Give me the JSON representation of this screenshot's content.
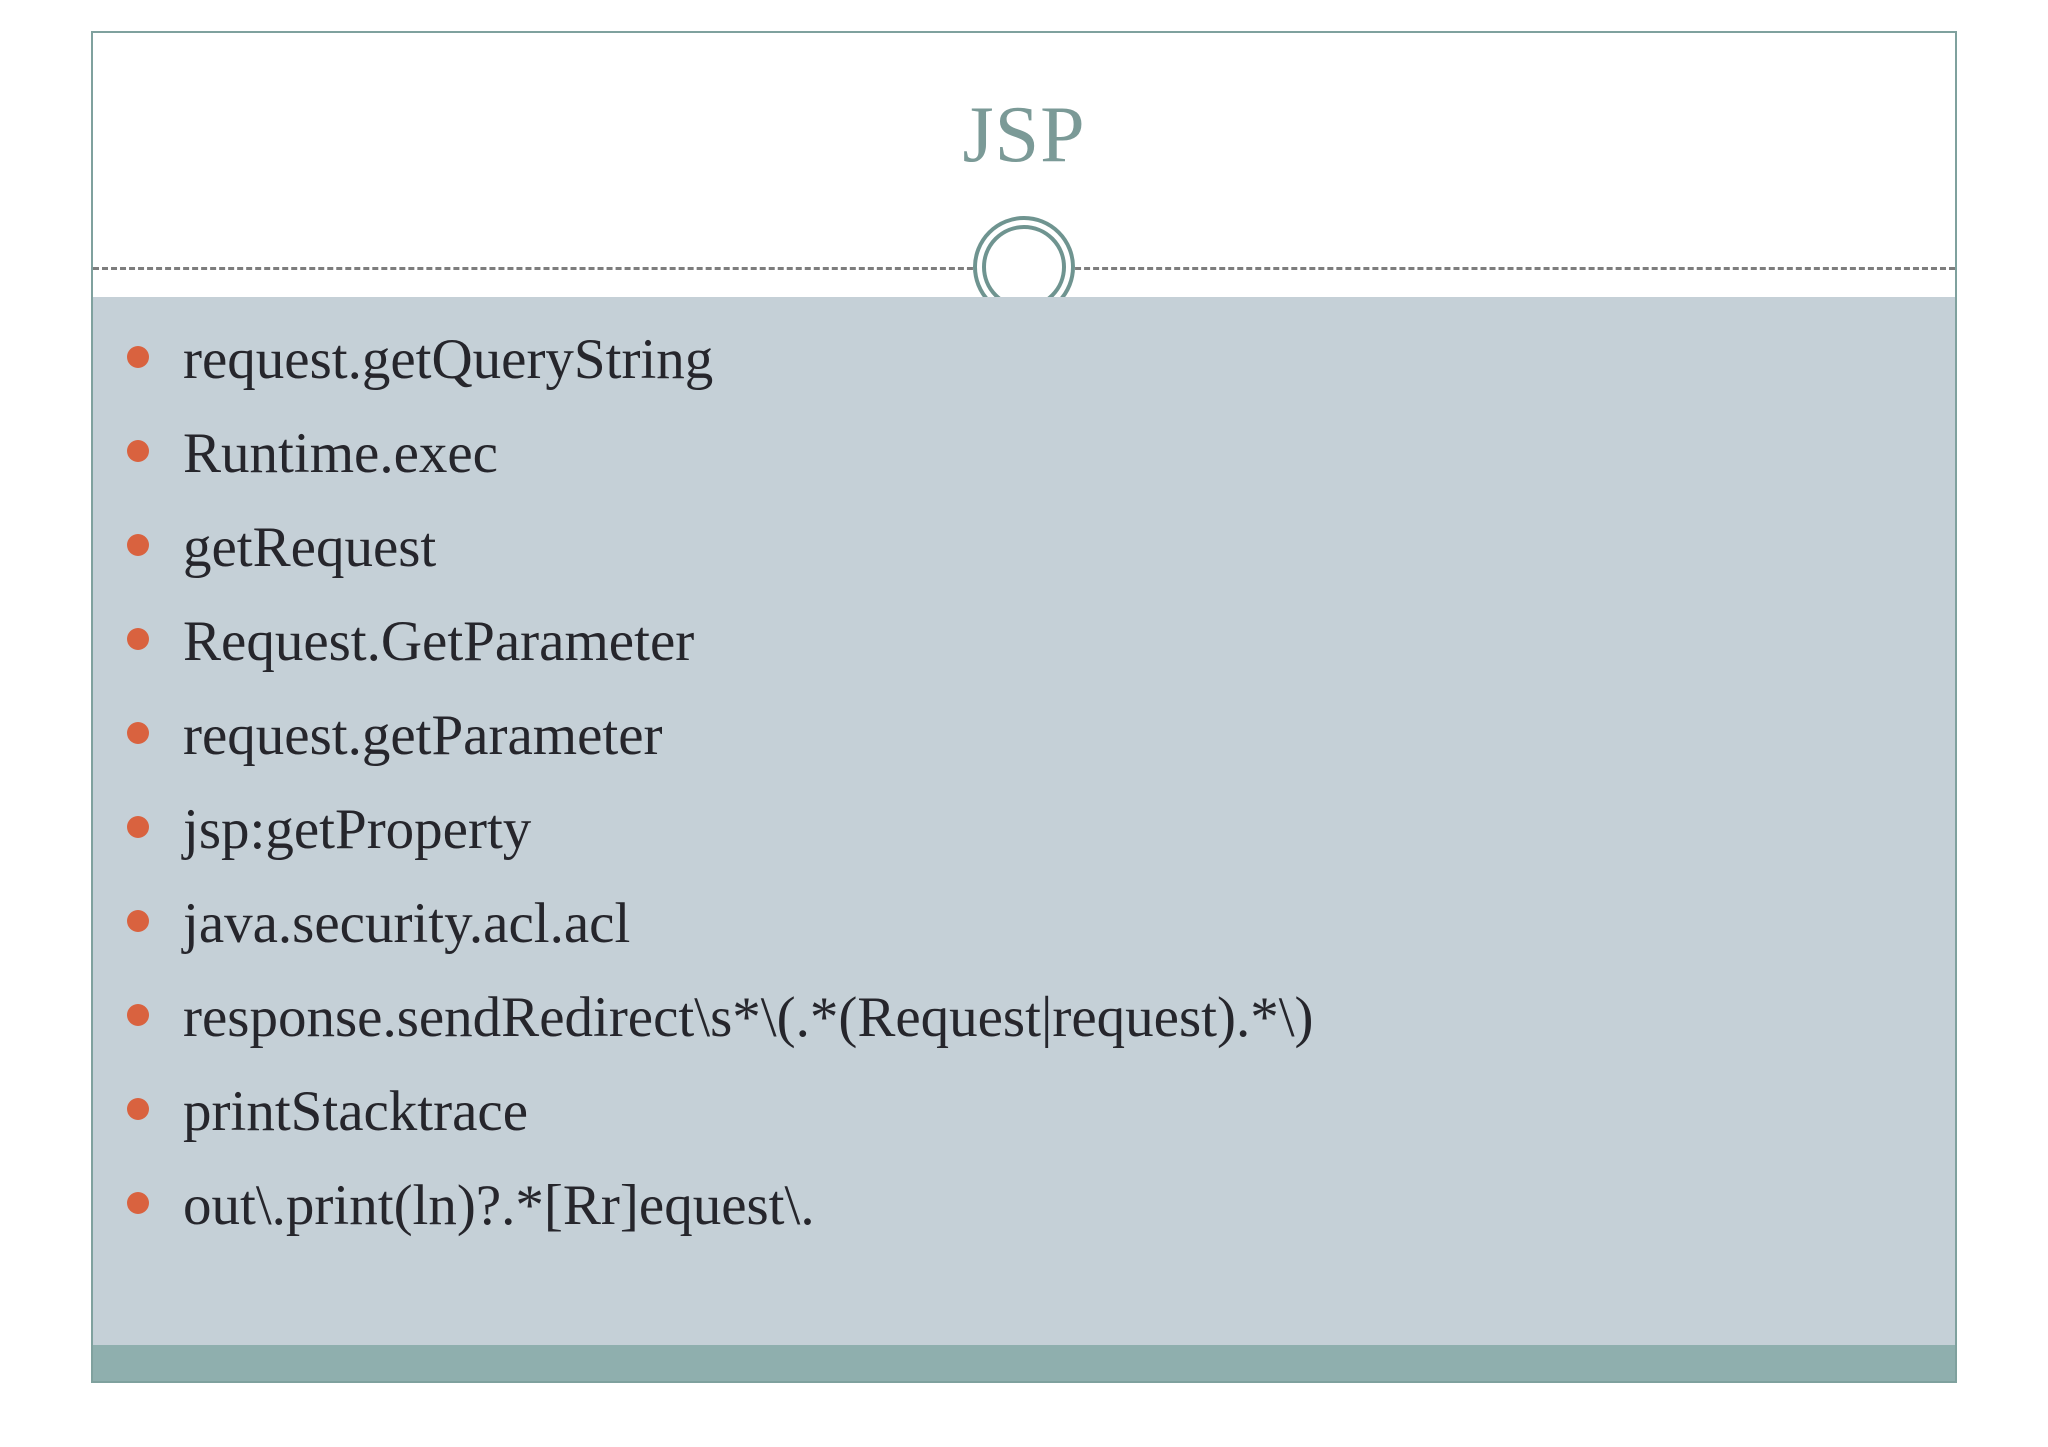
{
  "slide": {
    "title": "JSP",
    "colors": {
      "title": "#7b9a97",
      "body_background": "#c5d0d7",
      "bullet_marker": "#d9623f",
      "bullet_text": "#26262c",
      "accent_bar": "#8fafae",
      "frame_border": "#7fa19e",
      "divider": "#7d7d7d",
      "circle_ring": "#6f9490"
    },
    "divider": {
      "style": "dashed",
      "decoration": "double-ring-circle"
    },
    "bullets": [
      {
        "label": "request.getQueryString"
      },
      {
        "label": "Runtime.exec"
      },
      {
        "label": "getRequest"
      },
      {
        "label": "Request.GetParameter"
      },
      {
        "label": "request.getParameter"
      },
      {
        "label": "jsp:getProperty"
      },
      {
        "label": "java.security.acl.acl"
      },
      {
        "label": "response.sendRedirect\\s*\\(.*(Request|request).*\\)"
      },
      {
        "label": "printStacktrace"
      },
      {
        "label": "out\\.print(ln)?.*[Rr]equest\\."
      }
    ]
  }
}
